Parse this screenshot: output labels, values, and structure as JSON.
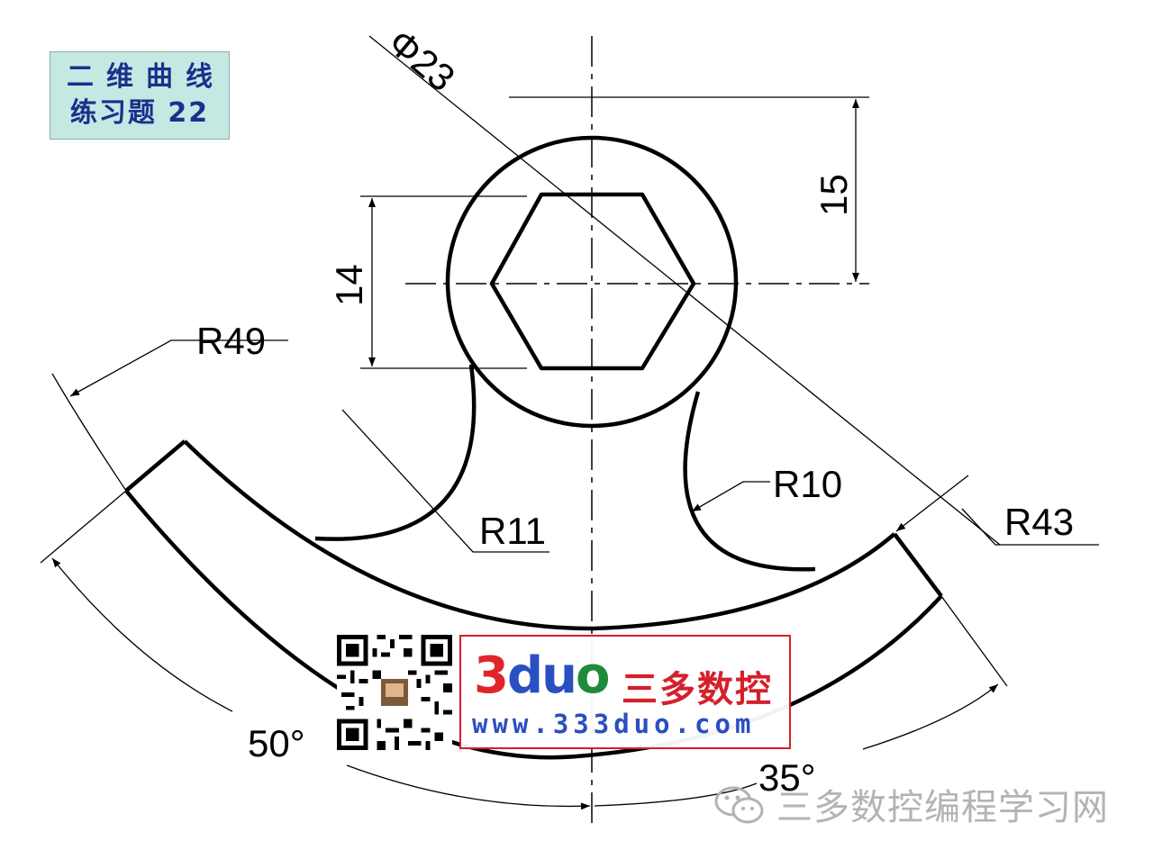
{
  "title": {
    "line1": "二维曲线",
    "line2": "练习题 22"
  },
  "dimensions": {
    "diameter": "Φ23",
    "height_15": "15",
    "width_14": "14",
    "r49": "R49",
    "r11": "R11",
    "r10": "R10",
    "r43": "R43",
    "angle_50": "50°",
    "angle_35": "35°"
  },
  "logo": {
    "brand_3": "3",
    "brand_d": "d",
    "brand_u": "u",
    "brand_o": "o",
    "cn": "三多数控",
    "url": "www.333duo.com"
  },
  "watermark": {
    "text": "三多数控编程学习网"
  },
  "colors": {
    "title_bg": "#c6e8e2",
    "title_text": "#1b2f8c",
    "logo_border": "#d42026",
    "url_blue": "#2a4fc0",
    "watermark": "#b3b3b3"
  }
}
